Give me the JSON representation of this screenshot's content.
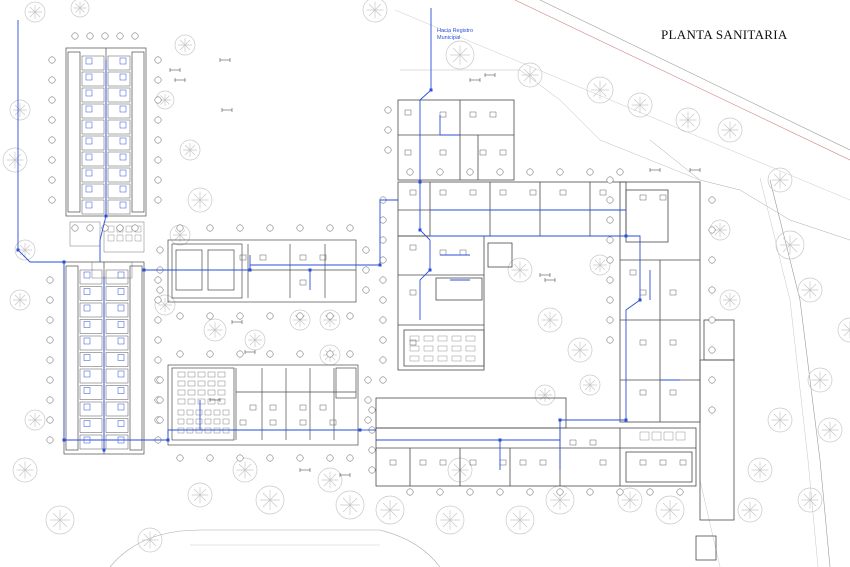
{
  "title": "PLANTA SANITARIA",
  "note": {
    "line1": "Hacia Registro",
    "line2": "Municipal"
  },
  "colors": {
    "background": "#ffffff",
    "walls": "#4a4a4a",
    "sanitary_pipes": "#2b4fd8",
    "trees": "#c8c8c8",
    "property_line": "#d08080"
  }
}
